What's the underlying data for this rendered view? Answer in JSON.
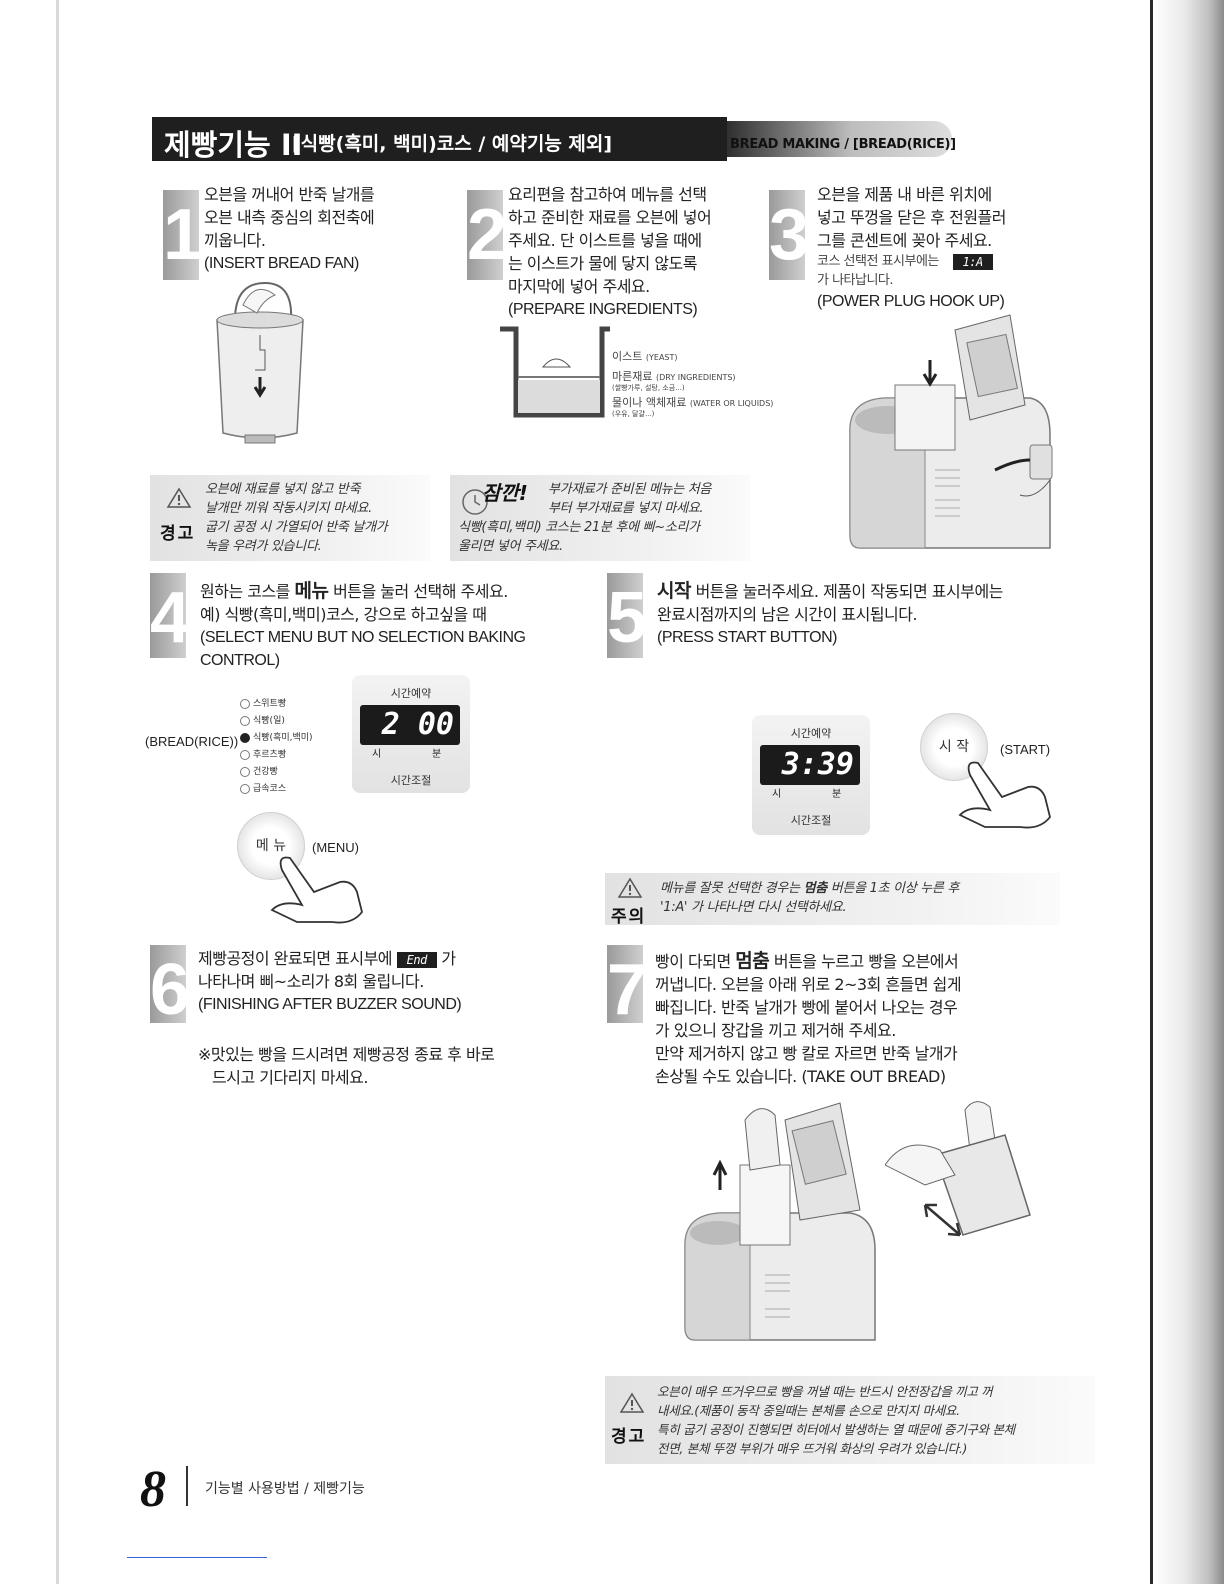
{
  "title": {
    "main": "제빵기능 II",
    "sub": "[식빵(흑미, 백미)코스 / 예약기능 제외]",
    "english": "BREAD MAKING / [BREAD(RICE)]"
  },
  "steps": [
    {
      "num": "1",
      "lines": [
        "오븐을 꺼내어 반죽 날개를",
        "오븐 내측 중심의 회전축에",
        "끼웁니다."
      ],
      "en": "(INSERT BREAD FAN)"
    },
    {
      "num": "2",
      "lines": [
        "요리편을 참고하여 메뉴를 선택",
        "하고 준비한 재료를 오븐에 넣어",
        "주세요. 단 이스트를 넣을 때에",
        "는 이스트가 물에 닿지 않도록",
        "마지막에 넣어 주세요."
      ],
      "en": "(PREPARE INGREDIENTS)"
    },
    {
      "num": "3",
      "lines": [
        "오븐을 제품 내 바른 위치에",
        "넣고 뚜껑을 닫은 후 전원플러",
        "그를 콘센트에 꽂아 주세요."
      ],
      "note1": "코스 선택전 표시부에는",
      "note_display": "1:A",
      "note2": "가 나타납니다.",
      "en": "(POWER PLUG HOOK UP)"
    },
    {
      "num": "4",
      "line1_pre": "원하는 코스를",
      "line1_key": "메뉴",
      "line1_post": "버튼을 눌러 선택해 주세요.",
      "line2": "예) 식빵(흑미,백미)코스, 강으로 하고싶을 때",
      "en": "(SELECT MENU  BUT NO SELECTION BAKING CONTROL)"
    },
    {
      "num": "5",
      "line1_key": "시작",
      "line1_post": "버튼을 눌러주세요. 제품이 작동되면 표시부에는",
      "line2": "완료시점까지의 남은 시간이 표시됩니다.",
      "en": "(PRESS START BUTTON)"
    },
    {
      "num": "6",
      "line1_pre": "제빵공정이 완료되면 표시부에",
      "line1_display": "End",
      "line1_post": "가",
      "line2": "나타나며 삐~소리가 8회 울립니다.",
      "en": "(FINISHING AFTER BUZZER SOUND)",
      "tip1": "※맛있는 빵을 드시려면 제빵공정 종료 후 바로",
      "tip2": "드시고 기다리지 마세요."
    },
    {
      "num": "7",
      "line1_pre": "빵이 다되면",
      "line1_key": "멈춤",
      "line1_post": "버튼을 누르고 빵을 오븐에서",
      "lines": [
        "꺼냅니다. 오븐을 아래 위로 2~3회 흔들면 쉽게",
        "빠집니다. 반죽 날개가 빵에 붙어서 나오는 경우",
        "가 있으니 장갑을 끼고 제거해 주세요.",
        "만약 제거하지 않고 빵 칼로 자르면 반죽 날개가",
        "손상될 수도 있습니다. (TAKE OUT BREAD)"
      ]
    }
  ],
  "ingredients": [
    {
      "ko": "이스트",
      "en": "(YEAST)"
    },
    {
      "ko": "마른재료",
      "en": "(DRY INGREDIENTS)",
      "sub": "(쌀빵가루, 설탕, 소금...)"
    },
    {
      "ko": "물이나 액체재료",
      "en": "(WATER OR LIQUIDS)",
      "sub": "(우유, 달걀...)"
    }
  ],
  "warning1": {
    "label": "경고",
    "lines": [
      "오븐에 재료를 넣지 않고 반죽",
      "날개만 끼워 작동시키지 마세요.",
      "굽기 공정 시 가열되어 반죽 날개가",
      "녹을 우려가 있습니다."
    ]
  },
  "caution_tip": {
    "label": "잠깐!",
    "lines": [
      "부가재료가 준비된 메뉴는 처음",
      "부터 부가재료를 넣지 마세요.",
      "식빵(흑미,백미) 코스는 21분 후에 삐~소리가",
      "울리면 넣어 주세요."
    ]
  },
  "caution2": {
    "label": "주의",
    "line1_pre": "메뉴를 잘못 선택한 경우는",
    "line1_key": "멈춤",
    "line1_post": "버튼을 1초 이상 누른 후",
    "line2": "'1:A' 가 나타나면 다시 선택하세요."
  },
  "warning3": {
    "label": "경고",
    "lines": [
      "오븐이 매우 뜨거우므로 빵을 꺼낼 때는 반드시 안전장갑을 끼고 꺼",
      "내세요.(제품이 동작 중일때는 본체를 손으로 만지지 마세요.",
      "특히 굽기 공정이 진행되면 히터에서 발생하는 열 때문에 증기구와 본체",
      "전면, 본체 뚜껑 부위가 매우 뜨거워 화상의 우려가 있습니다.)"
    ]
  },
  "menu_panel": {
    "label": "(BREAD(RICE))",
    "items": [
      {
        "label": "스위트빵",
        "selected": false
      },
      {
        "label": "식빵(일)",
        "selected": false
      },
      {
        "label": "식빵(흑미,백미)",
        "selected": true
      },
      {
        "label": "후르츠빵",
        "selected": false
      },
      {
        "label": "건강빵",
        "selected": false
      },
      {
        "label": "급속코스",
        "selected": false
      }
    ],
    "timer_label": "시간예약",
    "display": "2 00",
    "hour": "시",
    "minute": "분",
    "adjust_label": "시간조절",
    "menu_button": "메 뉴",
    "menu_caption": "(MENU)"
  },
  "start_panel": {
    "timer_label": "시간예약",
    "display": "3:39",
    "hour": "시",
    "minute": "분",
    "adjust_label": "시간조절",
    "start_button": "시 작",
    "start_caption": "(START)"
  },
  "footer": {
    "page": "8",
    "text": "기능별 사용방법 / 제빵기능"
  }
}
